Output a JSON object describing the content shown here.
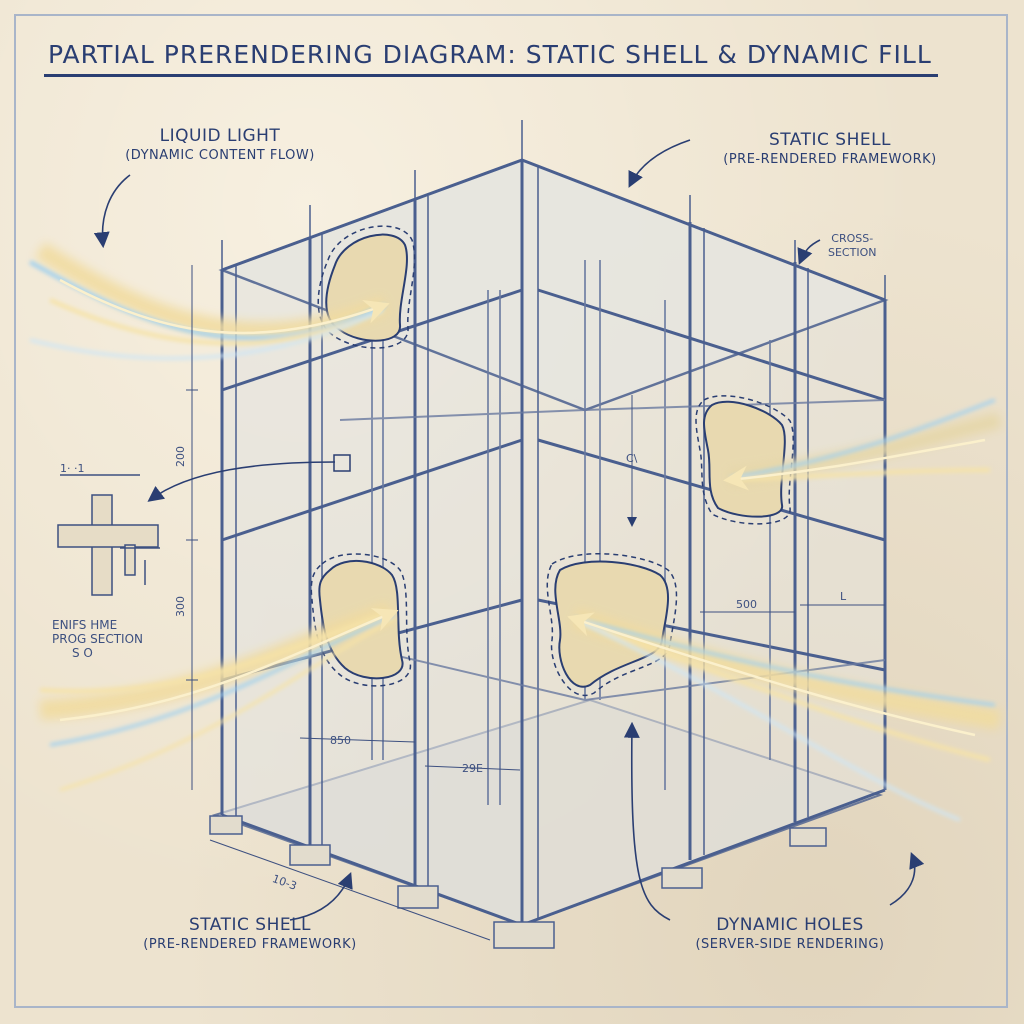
{
  "title": "PARTIAL PRERENDERING DIAGRAM: STATIC SHELL & DYNAMIC FILL",
  "labels": {
    "liquid_light": {
      "line1": "LIQUID LIGHT",
      "line2": "(DYNAMIC CONTENT FLOW)"
    },
    "static_shell_top": {
      "line1": "STATIC SHELL",
      "line2": "(PRE-RENDERED FRAMEWORK)"
    },
    "cross_section": {
      "line1": "CROSS-",
      "line2": "SECTION"
    },
    "static_shell_bottom": {
      "line1": "STATIC SHELL",
      "line2": "(PRE-RENDERED FRAMEWORK)"
    },
    "dynamic_holes": {
      "line1": "DYNAMIC HOLES",
      "line2": "(SERVER-SIDE RENDERING)"
    },
    "detail": {
      "line1": "ENIFS HME",
      "line2": "PROG SECTION",
      "line3": "S O"
    }
  },
  "dimensions": {
    "left_upper": "200",
    "left_lower": "300",
    "mid_right": "500",
    "right_l": "L",
    "bottom_a": "850",
    "bottom_b": "29E",
    "base": "10-3",
    "interior": "C\\",
    "detail_top": "1·   ·1"
  },
  "colors": {
    "ink": "#2a3e72",
    "frame_line": "#4a5f8f",
    "frame_fill": "#dfe3ea",
    "light_gold": "#f3dc9a",
    "light_blue": "#9fd0f0",
    "paper": "#ede3cf"
  }
}
